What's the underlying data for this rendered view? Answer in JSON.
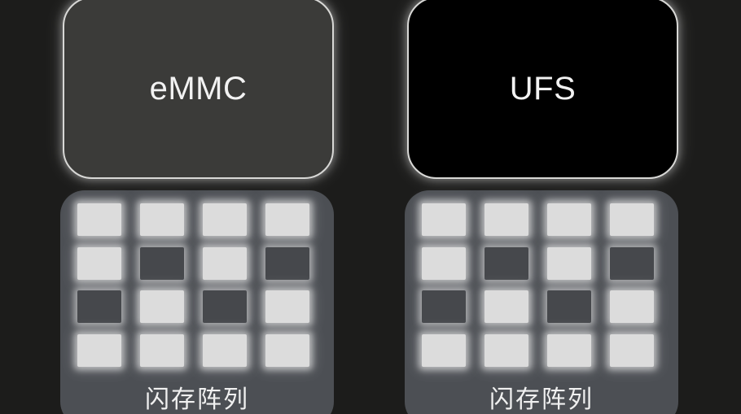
{
  "diagram": {
    "left": {
      "controller_label": "eMMC",
      "array_label": "闪存阵列",
      "cells": [
        [
          "on",
          "on",
          "on",
          "on"
        ],
        [
          "on",
          "off",
          "on",
          "off"
        ],
        [
          "off",
          "on",
          "off",
          "on"
        ],
        [
          "on",
          "on",
          "on",
          "on"
        ]
      ]
    },
    "right": {
      "controller_label": "UFS",
      "array_label": "闪存阵列",
      "cells": [
        [
          "on",
          "on",
          "on",
          "on"
        ],
        [
          "on",
          "off",
          "on",
          "off"
        ],
        [
          "off",
          "on",
          "off",
          "on"
        ],
        [
          "on",
          "on",
          "on",
          "on"
        ]
      ]
    },
    "colors": {
      "background": "#1c1c1b",
      "emmc_controller": "#3b3b39",
      "ufs_controller": "#000000",
      "array_panel": "#4c4f54",
      "cell_on": "#dcdcdc",
      "cell_off": "#46484c"
    }
  }
}
